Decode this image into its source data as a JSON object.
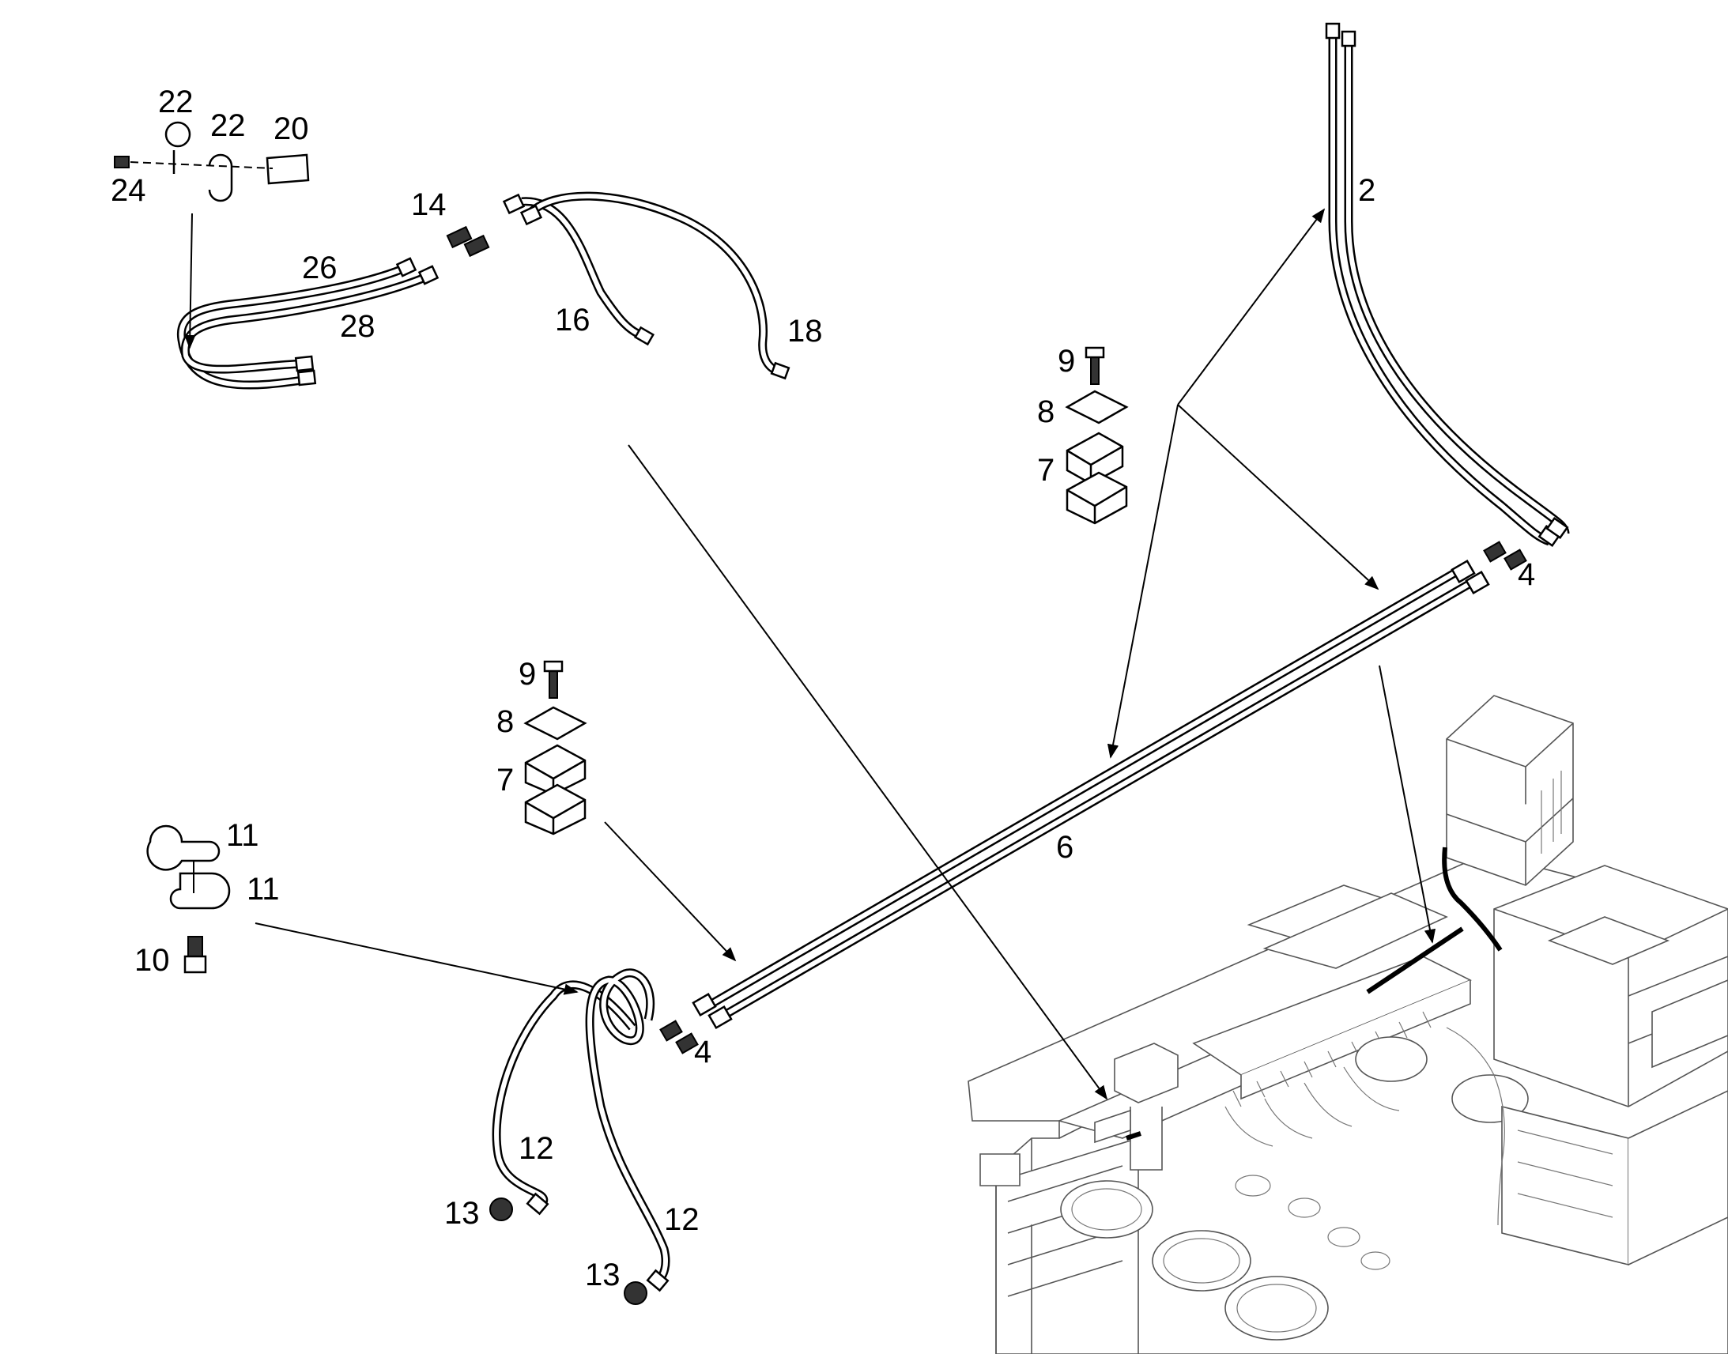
{
  "callouts": [
    {
      "id": "c22a",
      "text": "22"
    },
    {
      "id": "c22b",
      "text": "22"
    },
    {
      "id": "c20",
      "text": "20"
    },
    {
      "id": "c24",
      "text": "24"
    },
    {
      "id": "c14",
      "text": "14"
    },
    {
      "id": "c26",
      "text": "26"
    },
    {
      "id": "c28",
      "text": "28"
    },
    {
      "id": "c16",
      "text": "16"
    },
    {
      "id": "c18",
      "text": "18"
    },
    {
      "id": "c2",
      "text": "2"
    },
    {
      "id": "c9a",
      "text": "9"
    },
    {
      "id": "c8a",
      "text": "8"
    },
    {
      "id": "c7a",
      "text": "7"
    },
    {
      "id": "c4a",
      "text": "4"
    },
    {
      "id": "c9b",
      "text": "9"
    },
    {
      "id": "c8b",
      "text": "8"
    },
    {
      "id": "c7b",
      "text": "7"
    },
    {
      "id": "c6",
      "text": "6"
    },
    {
      "id": "c11a",
      "text": "11"
    },
    {
      "id": "c11b",
      "text": "11"
    },
    {
      "id": "c10",
      "text": "10"
    },
    {
      "id": "c4b",
      "text": "4"
    },
    {
      "id": "c12a",
      "text": "12"
    },
    {
      "id": "c13a",
      "text": "13"
    },
    {
      "id": "c12b",
      "text": "12"
    },
    {
      "id": "c13b",
      "text": "13"
    }
  ]
}
